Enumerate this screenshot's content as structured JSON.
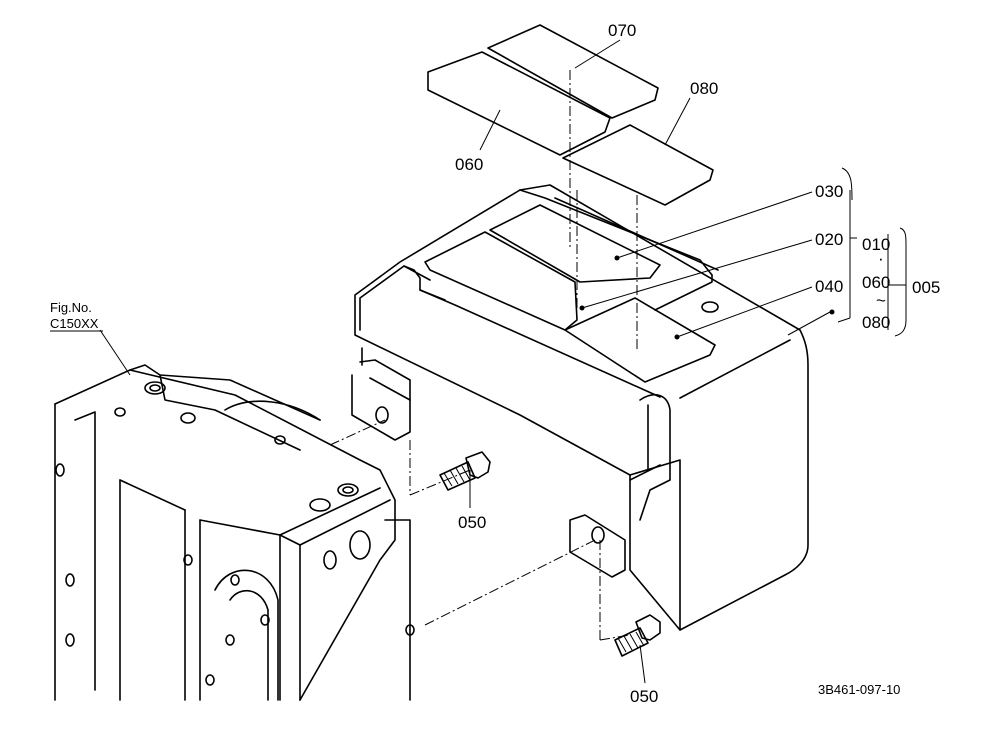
{
  "figure_ref": {
    "line1": "Fig.No.",
    "line2": "C150XX"
  },
  "callouts": {
    "p070": "070",
    "p080": "080",
    "p060": "060",
    "p030": "030",
    "p020": "020",
    "p040": "040",
    "p050_top": "050",
    "p050_bottom": "050"
  },
  "group_range": {
    "start": "010",
    "dot": "·",
    "mid": "060",
    "tilde": "~",
    "end": "080",
    "assembly": "005"
  },
  "drawing_id": "3B461-097-10"
}
